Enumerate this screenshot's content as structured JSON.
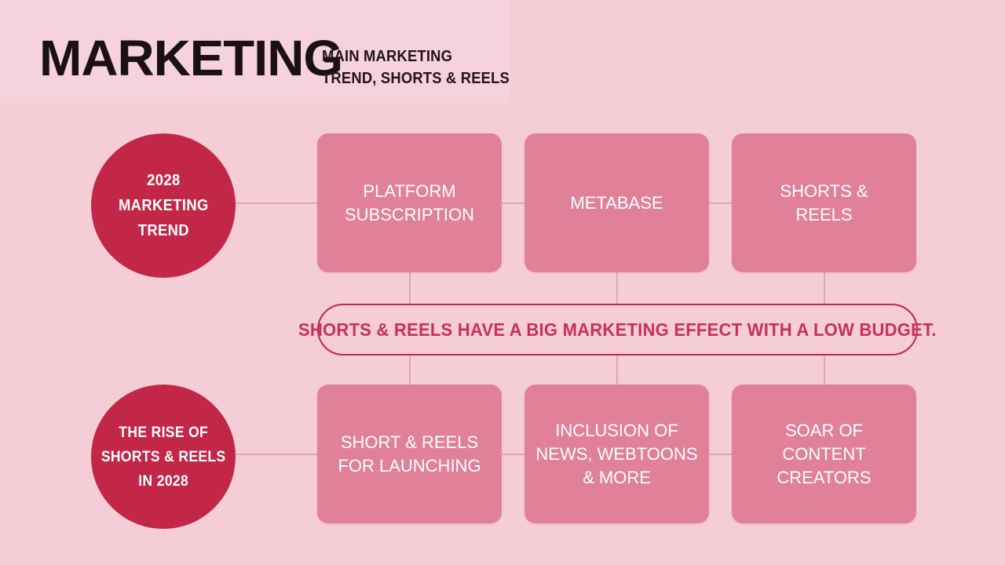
{
  "header": {
    "title": "MARKETING",
    "subtitle_line1": "MAIN MARKETING",
    "subtitle_line2": "TREND, SHORTS & REELS"
  },
  "colors": {
    "background": "#f4cdd7",
    "accent_crimson": "#c22748",
    "box_pink": "#e08199",
    "connector": "#e3a5b6",
    "title_text": "#1b1113",
    "box_text": "#ffffff",
    "banner_text": "#c9305a"
  },
  "circles": [
    {
      "id": "circle-top",
      "line1": "2028",
      "line2": "MARKETING",
      "line3": "TREND"
    },
    {
      "id": "circle-bottom",
      "line1": "THE RISE OF",
      "line2": "SHORTS & REELS",
      "line3": "IN 2028"
    }
  ],
  "rows": [
    {
      "name": "top-row",
      "boxes": [
        {
          "line1": "PLATFORM",
          "line2": "SUBSCRIPTION",
          "line3": ""
        },
        {
          "line1": "METABASE",
          "line2": "",
          "line3": ""
        },
        {
          "line1": "SHORTS &",
          "line2": "REELS",
          "line3": ""
        }
      ]
    },
    {
      "name": "bottom-row",
      "boxes": [
        {
          "line1": "SHORT & REELS",
          "line2": "FOR LAUNCHING",
          "line3": ""
        },
        {
          "line1": "INCLUSION OF",
          "line2": "NEWS, WEBTOONS",
          "line3": "& MORE"
        },
        {
          "line1": "SOAR OF CONTENT",
          "line2": "CREATORS",
          "line3": ""
        }
      ]
    }
  ],
  "banner": {
    "text": "SHORTS & REELS HAVE A BIG MARKETING EFFECT WITH A LOW BUDGET."
  }
}
